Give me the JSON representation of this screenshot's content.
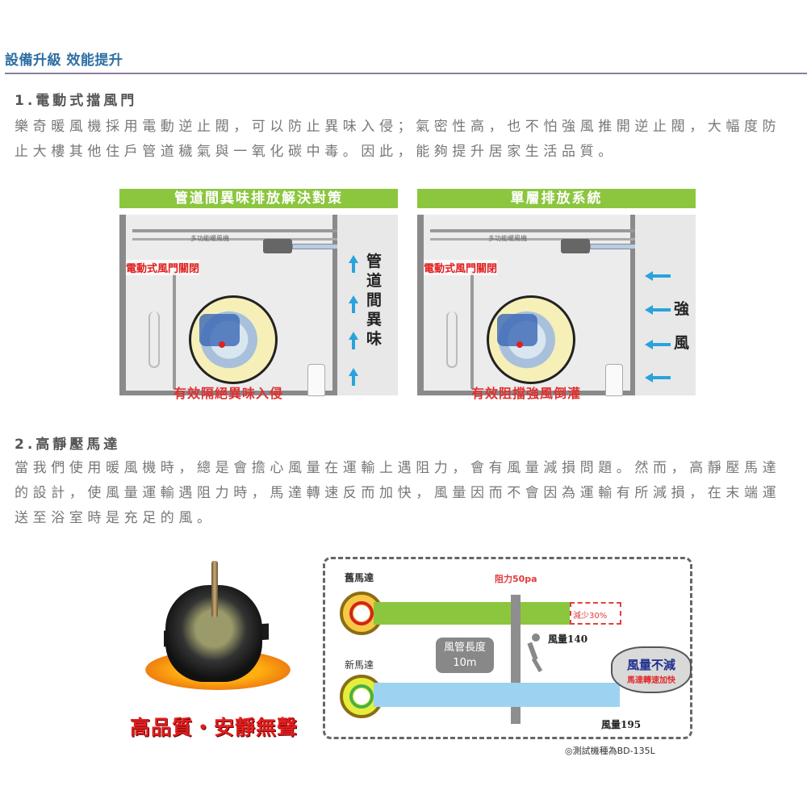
{
  "section": {
    "title": "設備升級 效能提升",
    "accent": "#2d6fa3",
    "rule_color": "#8a7ea0"
  },
  "feature1": {
    "heading": "1.電動式擋風門",
    "body_line1": "樂奇暖風機採用電動逆止閥，可以防止異味入侵；氣密性高，也不怕強風推開逆止閥，大幅度防",
    "body_line2": "止大樓其他住戶管道穢氣與一氧化碳中毒。因此，能夠提升居家生活品質。",
    "diagrams": [
      {
        "banner": "管道間異味排放解決對策",
        "fan_label": "多功能暖風機",
        "damper_label": "電動式風門關閉",
        "side_text": "管道間異味",
        "side_arrow_direction": "up",
        "caption": "有效隔絕異味入侵"
      },
      {
        "banner": "單層排放系統",
        "fan_label": "多功能暖風機",
        "damper_label": "電動式風門關閉",
        "side_text": "強風",
        "side_arrow_direction": "left",
        "caption": "有效阻擋強風倒灌"
      }
    ],
    "banner_color": "#8cc63f",
    "caption_color": "#e03030",
    "arrow_color": "#29a3dc"
  },
  "feature2": {
    "heading": "2.高靜壓馬達",
    "body_line1": "當我們使用暖風機時，總是會擔心風量在運輸上遇阻力，會有風量減損問題。然而，高靜壓馬達",
    "body_line2": "的設計，使風量運輸遇阻力時，馬達轉速反而加快，風量因而不會因為運輸有所減損，在末端運",
    "body_line3": "送至浴室時是充足的風。",
    "motor_caption": "高品質・安靜無聲",
    "comparison": {
      "old_motor_label": "舊馬達",
      "new_motor_label": "新馬達",
      "resistance_label": "阻力50pa",
      "loss_label": "減少30%",
      "pipe_label_line1": "風管長度",
      "pipe_label_line2": "10m",
      "old_airflow_label": "風量140",
      "new_airflow_label": "風量195",
      "cloud_line1": "風量不減",
      "cloud_line2": "馬達轉速加快",
      "footnote": "◎測試機種為BD-135L",
      "old_bar_color": "#8cc63f",
      "new_bar_color": "#9dd3f0"
    }
  }
}
